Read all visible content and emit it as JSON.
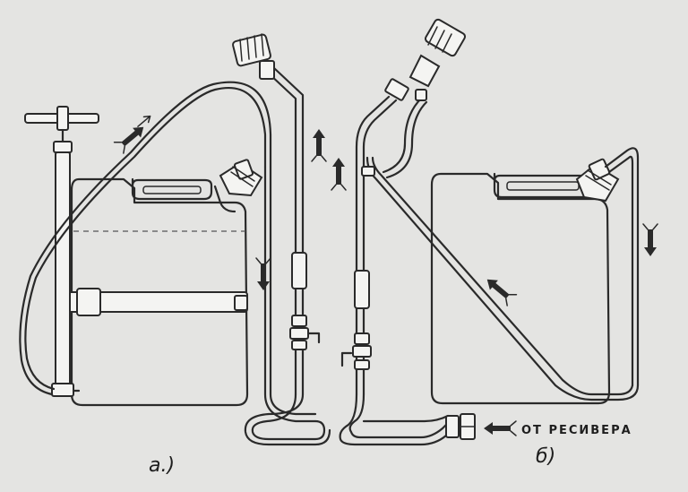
{
  "labels": {
    "panel_a": "а.)",
    "panel_b": "б)",
    "source": "ОТ РЕСИВЕРА"
  },
  "icons": {
    "flow_arrow": "flow-arrow-icon",
    "pump": "hand-pump-icon",
    "canister": "canister-icon",
    "nozzle": "sprayer-nozzle-icon"
  },
  "colors": {
    "background": "#e4e4e2",
    "ink": "#2a2a2a"
  }
}
